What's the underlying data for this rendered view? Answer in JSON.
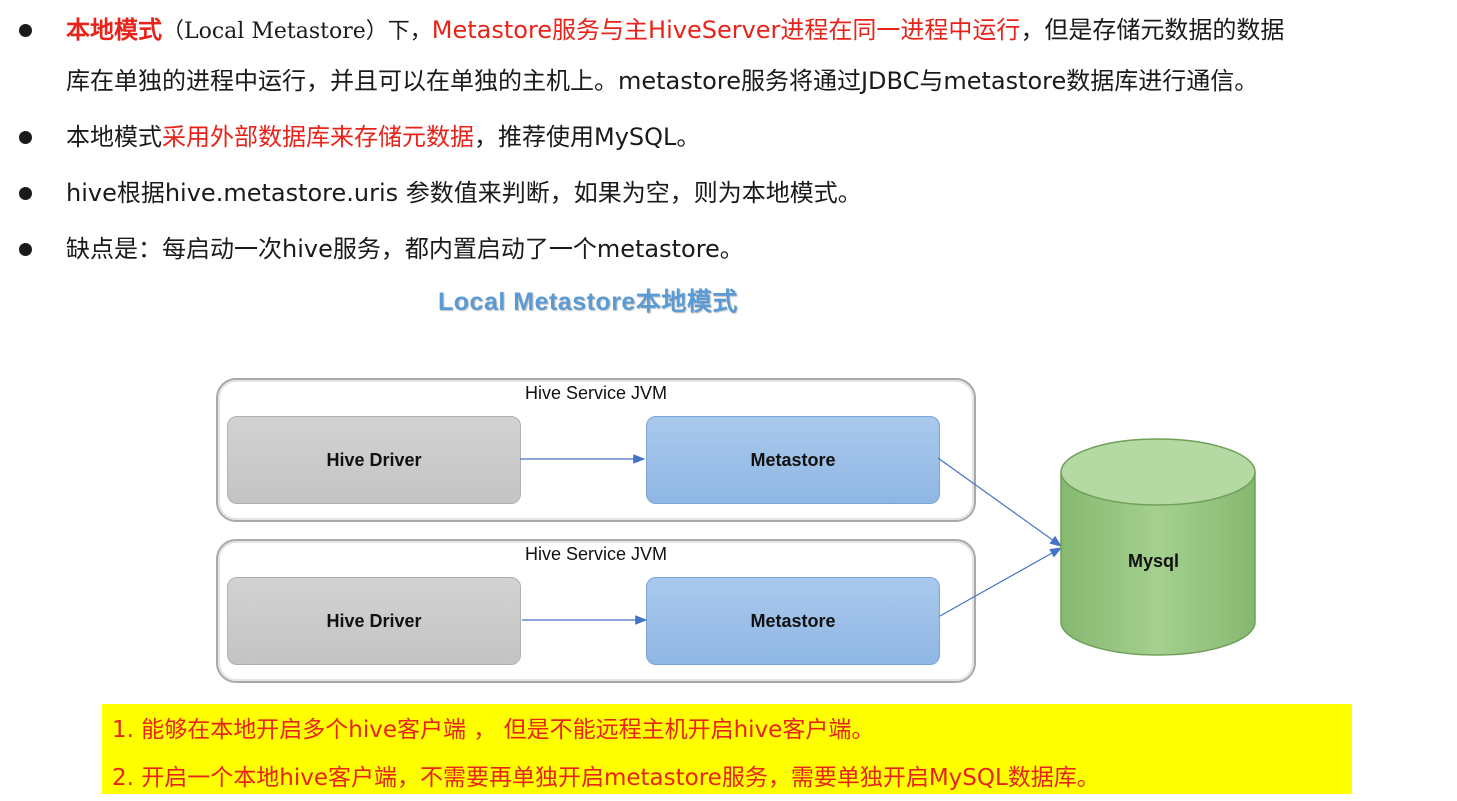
{
  "bullets": {
    "b1": {
      "bold_red": "本地模式",
      "paren": "（Local Metastore）下，",
      "red": "Metastore服务与主HiveServer进程在同一进程中运行",
      "rest": "，但是存储元数据的数据",
      "line2": "库在单独的进程中运行，并且可以在单独的主机上。metastore服务将通过JDBC与metastore数据库进行通信。"
    },
    "b2": {
      "pre": "本地模式",
      "red": "采用外部数据库来存储元数据",
      "post": "，推荐使用MySQL。"
    },
    "b3": {
      "text": "hive根据hive.metastore.uris 参数值来判断，如果为空，则为本地模式。"
    },
    "b4": {
      "text": "缺点是：每启动一次hive服务，都内置启动了一个metastore。"
    }
  },
  "diagram": {
    "caption": "Local Metastore本地模式",
    "jvm1": {
      "title": "Hive Service JVM",
      "driver": "Hive Driver",
      "metastore": "Metastore"
    },
    "jvm2": {
      "title": "Hive Service JVM",
      "driver": "Hive Driver",
      "metastore": "Metastore"
    },
    "database": "Mysql"
  },
  "note": {
    "line1": "1. 能够在本地开启多个hive客户端 ， 但是不能远程主机开启hive客户端。",
    "line2": "2. 开启一个本地hive客户端，不需要再单独开启metastore服务，需要单独开启MySQL数据库。"
  },
  "colors": {
    "accent_red": "#e8231a",
    "caption_blue": "#5b9bd5",
    "note_background": "#ffff00",
    "metastore_blue": "#9bbfe8",
    "driver_gray": "#c8c8c8",
    "mysql_green": "#93c47d"
  }
}
